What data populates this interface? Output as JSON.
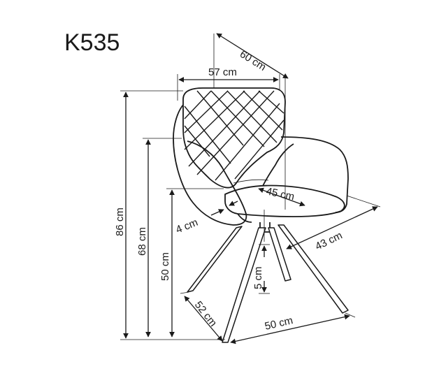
{
  "title": "K535",
  "dimensions": {
    "depth_total": "60 cm",
    "width": "57 cm",
    "height_total": "86 cm",
    "armrest_height": "68 cm",
    "seat_height": "50 cm",
    "seat_depth": "45 cm",
    "seat_thickness": "4 cm",
    "base_depth": "43 cm",
    "leg_rise": "5 cm",
    "leg_span_side": "52 cm",
    "leg_span_front": "50 cm"
  }
}
